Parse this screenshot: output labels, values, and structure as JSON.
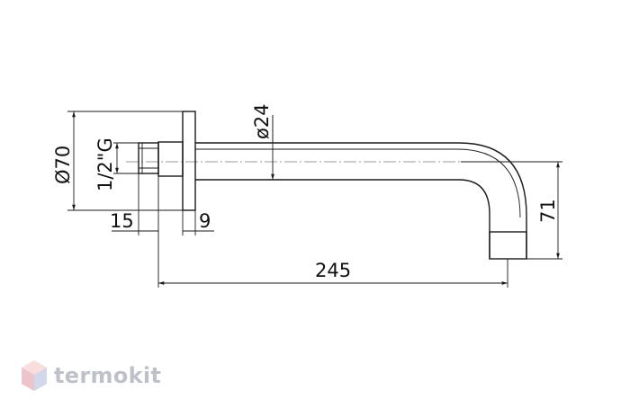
{
  "diagram": {
    "dimensions": {
      "flange_diameter": "Ø70",
      "thread": "1/2\"G",
      "tube_diameter": "ø24",
      "thread_length": "15",
      "flange_thickness": "9",
      "total_length": "245",
      "drop_height": "71"
    }
  },
  "watermark": {
    "brand": "termokit",
    "icon": "hexagon-logo-icon"
  }
}
